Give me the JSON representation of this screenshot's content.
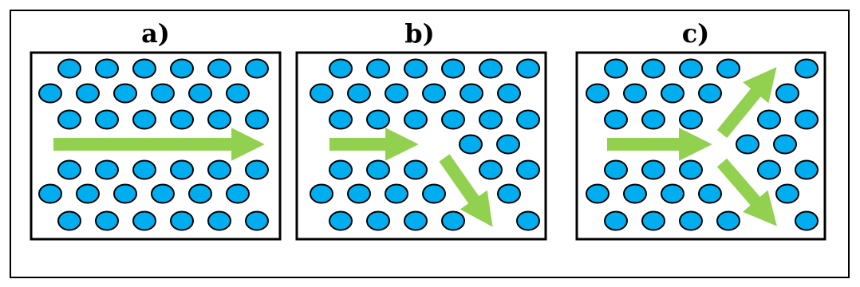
{
  "colors": {
    "particle_fill": "#00aeef",
    "particle_stroke": "#000000",
    "arrow": "#92d050",
    "border": "#000000"
  },
  "panels": [
    {
      "label": "a)",
      "description_id": "single-path"
    },
    {
      "label": "b)",
      "description_id": "two-paths"
    },
    {
      "label": "c)",
      "description_id": "three-paths"
    }
  ]
}
